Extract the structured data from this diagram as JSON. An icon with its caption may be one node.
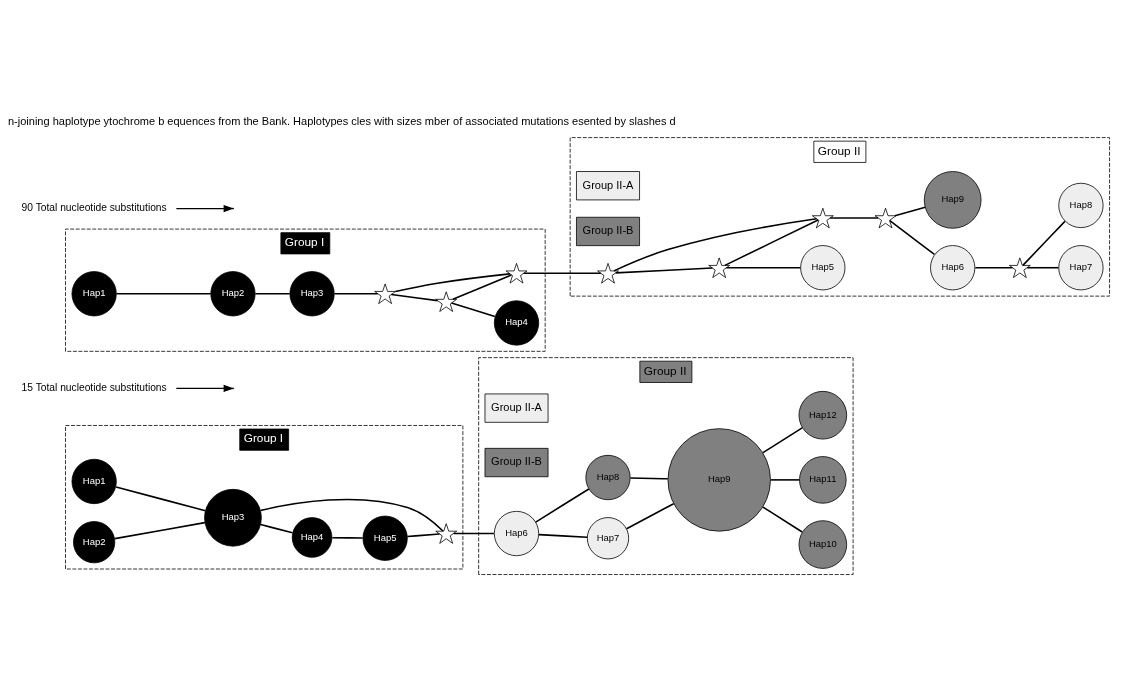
{
  "diagram": {
    "caption": "n-joining haplotype ytochrome b equences from the Bank. Haplotypes cles with sizes mber of associated mutations esented by slashes d",
    "nodes": [
      {
        "text": [
          "Group I"
        ]
      },
      {
        "text": [
          "Hap1"
        ],
        "in": 0
      },
      {
        "text": [
          "Hap2"
        ],
        "in": 0
      },
      {
        "text": [
          "Hap3"
        ],
        "in": 0
      },
      {
        "text": [
          "Hap4"
        ],
        "in": 0
      },
      {
        "text": [
          "Hap5"
        ],
        "in": 0
      },
      {
        "text": [],
        "shape": "star",
        "in": 0
      },
      {
        "text": [
          "Group II"
        ]
      },
      {
        "text": [
          "Group II-A"
        ],
        "in": 7
      },
      {
        "text": [
          "Group II-B"
        ],
        "in": 7
      },
      {
        "text": [
          "Hap6"
        ],
        "in": 7
      },
      {
        "text": [
          "Hap7"
        ],
        "in": 7
      },
      {
        "text": [
          "Hap8"
        ],
        "in": 7
      },
      {
        "text": [
          "Hap9"
        ],
        "in": 7
      },
      {
        "text": [
          "Hap10"
        ],
        "in": 7
      },
      {
        "text": [
          "Hap11"
        ],
        "in": 7
      },
      {
        "text": [
          "Hap12"
        ],
        "in": 7
      },
      {
        "text": [
          "15 Total nucleotide substitutions"
        ]
      },
      {
        "text": [
          "Group I"
        ]
      },
      {
        "text": [
          "Hap1"
        ],
        "in": 18
      },
      {
        "text": [
          "Hap2"
        ],
        "in": 18
      },
      {
        "text": [
          "Hap3"
        ],
        "in": 18
      },
      {
        "text": [
          "Hap4"
        ],
        "in": 18
      },
      {
        "text": [],
        "shape": "star",
        "in": 18
      },
      {
        "text": [],
        "shape": "star",
        "in": 18
      },
      {
        "text": [],
        "shape": "star",
        "in": 18
      },
      {
        "text": [
          "Group II"
        ]
      },
      {
        "text": [
          "Group II-A"
        ],
        "in": 26
      },
      {
        "text": [
          "Group II-B"
        ],
        "in": 26
      },
      {
        "text": [],
        "shape": "star",
        "in": 26
      },
      {
        "text": [],
        "shape": "star",
        "in": 26
      },
      {
        "text": [],
        "shape": "star",
        "in": 26
      },
      {
        "text": [
          "Hap5"
        ],
        "in": 26
      },
      {
        "text": [
          "Hap7"
        ],
        "in": 26
      },
      {
        "text": [
          "Hap8"
        ],
        "in": 26
      },
      {
        "text": [],
        "shape": "star",
        "in": 26
      },
      {
        "text": [
          "Hap6"
        ],
        "in": 26
      },
      {
        "text": [],
        "shape": "star",
        "in": 26
      },
      {
        "text": [
          "Hap9"
        ],
        "in": 26
      },
      {
        "text": [
          "90 Total nucleotide substitutions"
        ]
      }
    ],
    "edges": [
      {
        "from": 1,
        "to": 3,
        "arrow": "none"
      },
      {
        "from": 2,
        "to": 3,
        "arrow": "none"
      },
      {
        "from": 3,
        "to": 4,
        "arrow": "none"
      },
      {
        "from": 4,
        "to": 5,
        "arrow": "none"
      },
      {
        "from": 3,
        "to": 6,
        "arrow": "none"
      },
      {
        "from": 5,
        "to": 6,
        "arrow": "none"
      },
      {
        "from": 6,
        "to": 10,
        "arrow": "none"
      },
      {
        "from": 10,
        "to": 11,
        "arrow": "none"
      },
      {
        "from": 11,
        "to": 13,
        "arrow": "none"
      },
      {
        "from": 10,
        "to": 12,
        "arrow": "none"
      },
      {
        "from": 12,
        "to": 13,
        "arrow": "none"
      },
      {
        "from": 13,
        "to": 14,
        "arrow": "none"
      },
      {
        "from": 13,
        "to": 15,
        "arrow": "none"
      },
      {
        "from": 13,
        "to": 16,
        "arrow": "none"
      },
      {
        "from": 17,
        "to": null,
        "arrow": "to"
      },
      {
        "from": 19,
        "to": 20,
        "arrow": "none"
      },
      {
        "from": 20,
        "to": 21,
        "arrow": "none"
      },
      {
        "from": 21,
        "to": 23,
        "arrow": "none"
      },
      {
        "from": 23,
        "to": 24,
        "arrow": "none"
      },
      {
        "from": 23,
        "to": 25,
        "arrow": "none"
      },
      {
        "from": 24,
        "to": 25,
        "arrow": "none"
      },
      {
        "from": 24,
        "to": 22,
        "arrow": "none"
      },
      {
        "from": 25,
        "to": 29,
        "arrow": "none"
      },
      {
        "from": 29,
        "to": 30,
        "arrow": "none"
      },
      {
        "from": 29,
        "to": 31,
        "arrow": "none"
      },
      {
        "from": 30,
        "to": 31,
        "arrow": "none"
      },
      {
        "from": 30,
        "to": 32,
        "arrow": "none"
      },
      {
        "from": 31,
        "to": 37,
        "arrow": "none"
      },
      {
        "from": 37,
        "to": 36,
        "arrow": "none"
      },
      {
        "from": 36,
        "to": 35,
        "arrow": "none"
      },
      {
        "from": 35,
        "to": 33,
        "arrow": "none"
      },
      {
        "from": 35,
        "to": 34,
        "arrow": "none"
      },
      {
        "from": 37,
        "to": 38,
        "arrow": "none"
      },
      {
        "from": 39,
        "to": null,
        "arrow": "to"
      }
    ]
  }
}
